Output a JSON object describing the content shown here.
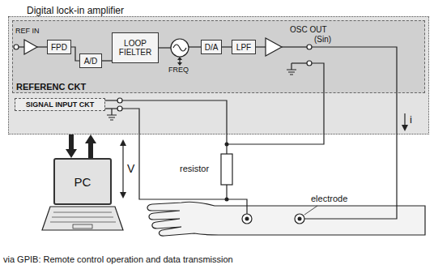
{
  "diagram": {
    "nodes": [
      {
        "text": [
          "Digital lock-in amplifier"
        ]
      },
      {
        "text": [
          "REFERENC CKT"
        ],
        "in": 0
      },
      {
        "text": [
          "FPD"
        ],
        "in": 1
      },
      {
        "text": [
          "A/D"
        ],
        "in": 1
      },
      {
        "text": [
          "LOOP FIELTER"
        ],
        "in": 1
      },
      {
        "text": [
          "D/A"
        ],
        "in": 1
      },
      {
        "text": [
          "LPF"
        ],
        "in": 1
      },
      {
        "text": [
          "SIGNAL INPUT CKT"
        ],
        "in": 0
      },
      {
        "text": [
          "PC"
        ]
      }
    ],
    "edges": [
      {
        "from": 2,
        "to": 3,
        "arrow": "none"
      },
      {
        "from": 3,
        "to": 4,
        "arrow": "none"
      },
      {
        "from": 5,
        "to": 6,
        "arrow": "none"
      },
      {
        "from": 0,
        "to": 8,
        "arrow": "to"
      },
      {
        "from": 8,
        "to": 0,
        "arrow": "to"
      }
    ],
    "labels": [
      "REF IN",
      "FREQ",
      "OSC OUT",
      "(Sin)",
      "V",
      "i",
      "resistor",
      "electrode",
      "via GPIB: Remote control operation and data transmission"
    ]
  }
}
